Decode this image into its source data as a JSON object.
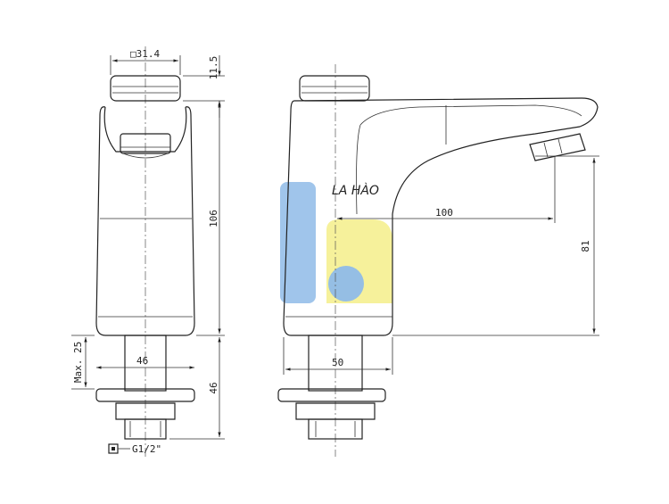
{
  "drawing": {
    "front_view": {
      "top_dimension": "□31.4",
      "cap_height": "11.5",
      "body_height": "106",
      "base_width": "46",
      "max_thickness": "Max. 25",
      "shank_length": "46",
      "thread": "G1/2\""
    },
    "side_view": {
      "spout_reach": "100",
      "spout_height": "81",
      "base_width": "50"
    },
    "watermark": {
      "brand_text": "LA HÀO",
      "blue": "#8fbbe8",
      "yellow": "#f5ee8a"
    }
  }
}
